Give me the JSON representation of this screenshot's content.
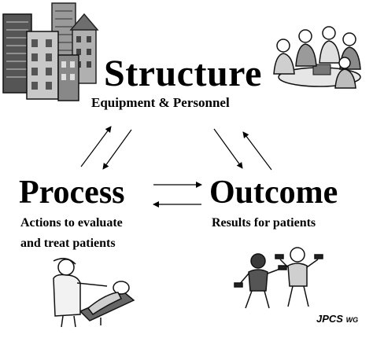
{
  "diagram": {
    "structure": {
      "title": "Structure",
      "subtitle": "Equipment & Personnel"
    },
    "process": {
      "title": "Process",
      "line1": "Actions to evaluate",
      "line2": "and treat patients"
    },
    "outcome": {
      "title": "Outcome",
      "line1": "Results for patients"
    },
    "credit": {
      "main": "JPCS",
      "suffix": "WG"
    }
  },
  "icons": {
    "buildings": "city-buildings-icon",
    "meeting": "people-meeting-icon",
    "doctor": "doctor-patient-icon",
    "exercise": "exercise-people-icon"
  },
  "colors": {
    "text": "#000000",
    "background": "#ffffff",
    "clipart_gray": "#8a8a8a"
  }
}
